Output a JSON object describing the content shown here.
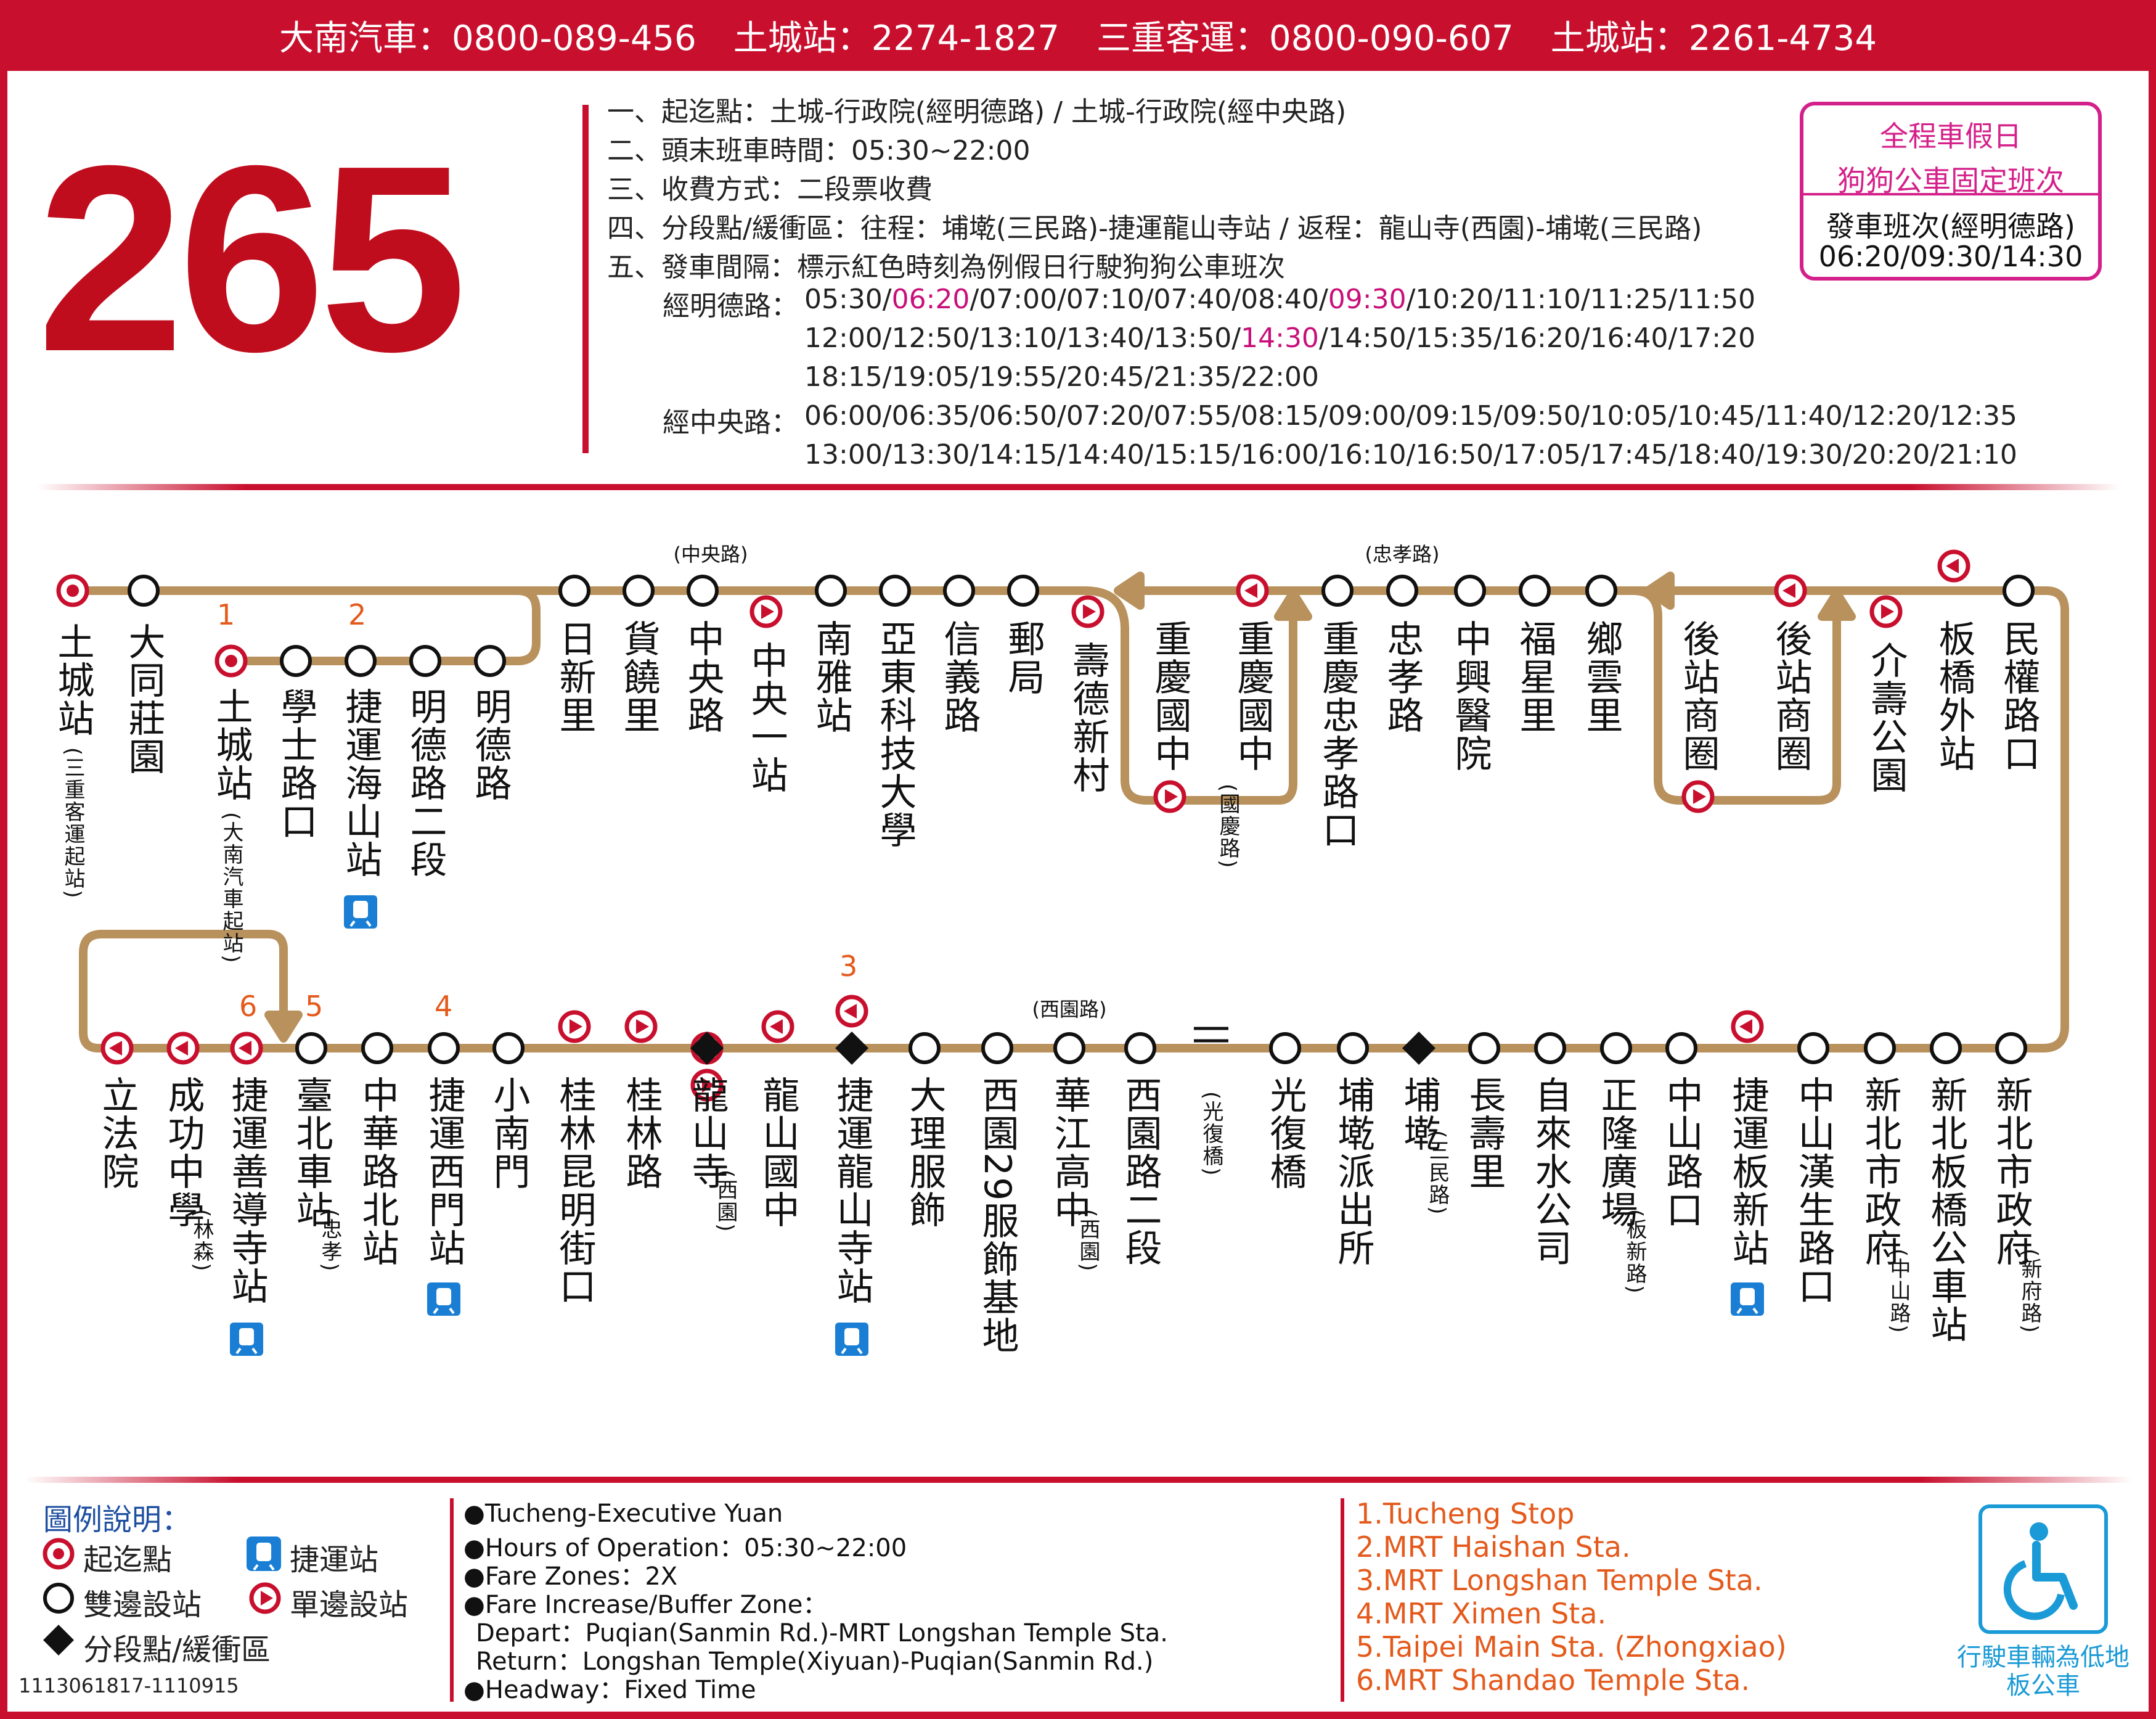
{
  "header": {
    "contacts": [
      "大南汽車：0800-089-456",
      "土城站：2274-1827",
      "三重客運：0800-090-607",
      "土城站：2261-4734"
    ]
  },
  "route_number": "265",
  "info": [
    "一、起迄點：土城-行政院(經明德路) / 土城-行政院(經中央路)",
    "二、頭末班車時間：05:30~22:00",
    "三、收費方式：二段票收費",
    "四、分段點/緩衝區：往程：埔墘(三民路)-捷運龍山寺站 / 返程：龍山寺(西園)-埔墘(三民路)",
    "五、發車間隔：標示紅色時刻為例假日行駛狗狗公車班次"
  ],
  "schedule": {
    "mingde_label": "經明德路：",
    "mingde_l1": [
      "05:30/",
      "06:20",
      "/07:00/07:10/07:40/08:40/",
      "09:30",
      "/10:20/11:10/11:25/11:50"
    ],
    "mingde_l2": [
      "12:00/12:50/13:10/13:40/13:50/",
      "14:30",
      "/14:50/15:35/16:20/16:40/17:20"
    ],
    "mingde_l3": "18:15/19:05/19:55/20:45/21:35/22:00",
    "zhongyang_label": "經中央路：",
    "zhongyang_l1": "06:00/06:35/06:50/07:20/07:55/08:15/09:00/09:15/09:50/10:05/10:45/11:40/12:20/12:35",
    "zhongyang_l2": "13:00/13:30/14:15/14:40/15:15/16:00/16:10/16:50/17:05/17:45/18:40/19:30/20:20/21:10"
  },
  "holiday": {
    "title1": "全程車假日",
    "title2": "狗狗公車固定班次",
    "subtitle": "發車班次(經明德路)",
    "times": "06:20/09:30/14:30"
  },
  "annotations": {
    "zhongyang_road": "(中央路)",
    "zhongxiao_road": "(忠孝路)",
    "xiyuan_road": "(西園路)"
  },
  "top_stops": [
    {
      "name": "土城站",
      "sub": "(三重客運起站)",
      "type": "terminal"
    },
    {
      "name": "大同莊園",
      "sub": "",
      "type": "both"
    },
    {
      "name": "土城站",
      "sub": "(大南汽車起站)",
      "type": "terminal"
    },
    {
      "name": "學士路口",
      "sub": "",
      "type": "both"
    },
    {
      "name": "捷運海山站",
      "sub": "",
      "type": "both"
    },
    {
      "name": "明德路二段",
      "sub": "",
      "type": "both"
    },
    {
      "name": "明德路",
      "sub": "",
      "type": "both"
    },
    {
      "name": "日新里",
      "sub": "",
      "type": "both"
    },
    {
      "name": "貨饒里",
      "sub": "",
      "type": "both"
    },
    {
      "name": "中央路",
      "sub": "",
      "type": "both"
    },
    {
      "name": "中央一站",
      "sub": "",
      "type": "single"
    },
    {
      "name": "南雅站",
      "sub": "",
      "type": "both"
    },
    {
      "name": "亞東科技大學",
      "sub": "",
      "type": "both"
    },
    {
      "name": "信義路",
      "sub": "",
      "type": "both"
    },
    {
      "name": "郵局",
      "sub": "",
      "type": "both"
    },
    {
      "name": "壽德新村",
      "sub": "",
      "type": "single"
    },
    {
      "name": "重慶國中",
      "sub": "",
      "type": "single"
    },
    {
      "name": "重慶國中",
      "sub": "(國慶路)",
      "type": "single"
    },
    {
      "name": "重慶忠孝路口",
      "sub": "",
      "type": "both"
    },
    {
      "name": "忠孝路",
      "sub": "",
      "type": "both"
    },
    {
      "name": "中興醫院",
      "sub": "",
      "type": "both"
    },
    {
      "name": "福星里",
      "sub": "",
      "type": "both"
    },
    {
      "name": "鄉雲里",
      "sub": "",
      "type": "both"
    },
    {
      "name": "後站商圈",
      "sub": "",
      "type": "single"
    },
    {
      "name": "後站商圈",
      "sub": "",
      "type": "single"
    },
    {
      "name": "介壽公園",
      "sub": "",
      "type": "single"
    },
    {
      "name": "板橋外站",
      "sub": "",
      "type": "single"
    },
    {
      "name": "民權路口",
      "sub": "",
      "type": "both"
    }
  ],
  "bottom_stops": [
    {
      "name": "立法院",
      "sub": "",
      "type": "single"
    },
    {
      "name": "成功中學",
      "sub": "(林森)",
      "type": "single"
    },
    {
      "name": "捷運善導寺站",
      "sub": "",
      "type": "single"
    },
    {
      "name": "臺北車站",
      "sub": "(忠孝)",
      "type": "both"
    },
    {
      "name": "中華路北站",
      "sub": "",
      "type": "both"
    },
    {
      "name": "捷運西門站",
      "sub": "",
      "type": "both"
    },
    {
      "name": "小南門",
      "sub": "",
      "type": "both"
    },
    {
      "name": "桂林昆明街口",
      "sub": "",
      "type": "single"
    },
    {
      "name": "桂林路",
      "sub": "",
      "type": "single"
    },
    {
      "name": "龍山寺",
      "sub": "(西園)",
      "type": "single"
    },
    {
      "name": "龍山國中",
      "sub": "",
      "type": "single"
    },
    {
      "name": "捷運龍山寺站",
      "sub": "",
      "type": "single"
    },
    {
      "name": "大理服飾",
      "sub": "",
      "type": "both"
    },
    {
      "name": "西園29服飾基地",
      "sub": "",
      "type": "both"
    },
    {
      "name": "華江高中",
      "sub": "(西園)",
      "type": "both"
    },
    {
      "name": "西園路二段",
      "sub": "",
      "type": "both"
    },
    {
      "name": "(光復橋)",
      "sub": "",
      "type": "bridge"
    },
    {
      "name": "光復橋",
      "sub": "",
      "type": "both"
    },
    {
      "name": "埔墘派出所",
      "sub": "",
      "type": "both"
    },
    {
      "name": "埔墘",
      "sub": "(三民路)",
      "type": "zone"
    },
    {
      "name": "長壽里",
      "sub": "",
      "type": "both"
    },
    {
      "name": "自來水公司",
      "sub": "",
      "type": "both"
    },
    {
      "name": "正隆廣場",
      "sub": "(板新路)",
      "type": "both"
    },
    {
      "name": "中山路口",
      "sub": "",
      "type": "both"
    },
    {
      "name": "捷運板新站",
      "sub": "",
      "type": "single"
    },
    {
      "name": "中山漢生路口",
      "sub": "",
      "type": "both"
    },
    {
      "name": "新北市政府",
      "sub": "(中山路)",
      "type": "both"
    },
    {
      "name": "新北板橋公車站",
      "sub": "",
      "type": "both"
    },
    {
      "name": "新北市政府",
      "sub": "(新府路)",
      "type": "both"
    }
  ],
  "markers": [
    "1",
    "2",
    "3",
    "4",
    "5",
    "6"
  ],
  "legend": {
    "title": "圖例說明：",
    "terminal": "起迄點",
    "mrt": "捷運站",
    "both": "雙邊設站",
    "single": "單邊設站",
    "zone": "分段點/緩衝區"
  },
  "code": "1113061817-1110915",
  "english": [
    "●Tucheng-Executive Yuan",
    "●Hours of Operation：05:30~22:00",
    "●Fare Zones：2X",
    "●Fare Increase/Buffer Zone：",
    "Depart：Puqian(Sanmin Rd.)-MRT Longshan Temple Sta.",
    "Return：Longshan Temple(Xiyuan)-Puqian(Sanmin Rd.)",
    "●Headway：Fixed Time"
  ],
  "stop_list": [
    "1.Tucheng Stop",
    "2.MRT Haishan Sta.",
    "3.MRT Longshan Temple Sta.",
    "4.MRT Ximen Sta.",
    "5.Taipei Main Sta. (Zhongxiao)",
    "6.MRT Shandao Temple Sta."
  ],
  "low_floor": "行駛車輛為低地板公車",
  "colors": {
    "red": "#c8102e",
    "route": "#b8915c",
    "orange": "#e45a1c",
    "blue": "#1a9ad6",
    "magenta": "#d4208a"
  }
}
